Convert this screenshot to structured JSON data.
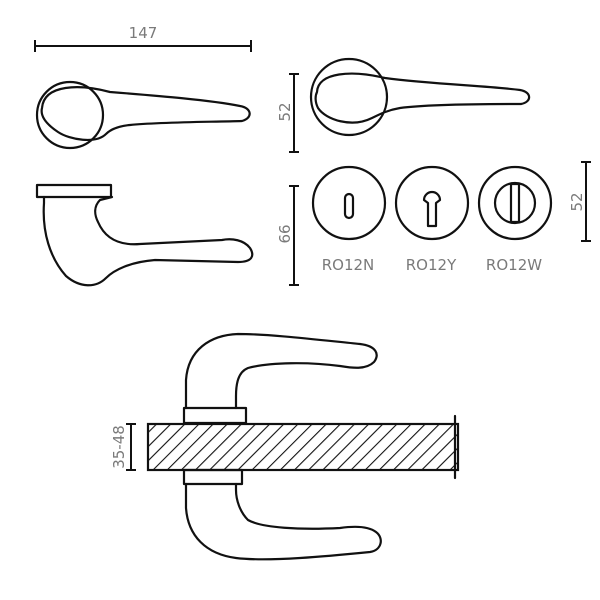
{
  "dimensions": {
    "length": "147",
    "rose_height_top": "52",
    "lever_height": "66",
    "escutcheon_height": "52",
    "door_thickness": "35-48"
  },
  "escutcheons": [
    {
      "code": "RO12N",
      "icon": "key-slot-icon"
    },
    {
      "code": "RO12Y",
      "icon": "euro-cylinder-icon"
    },
    {
      "code": "RO12W",
      "icon": "bathroom-turn-icon"
    }
  ],
  "colors": {
    "line": "#111111",
    "label": "#7a7a7a",
    "hatch": "#111111"
  }
}
